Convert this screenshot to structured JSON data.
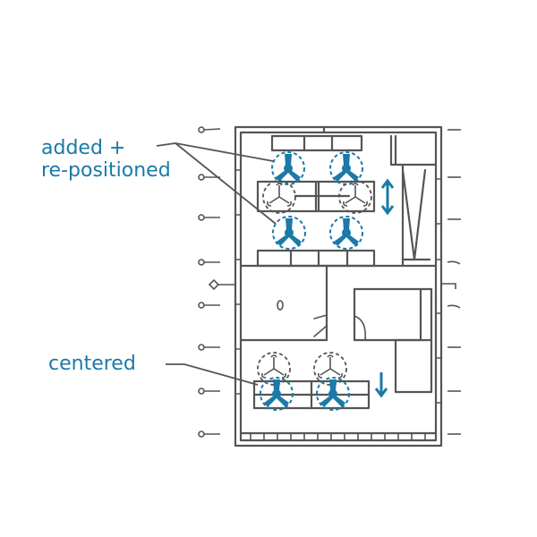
{
  "annotations": {
    "added_line1": "added +",
    "added_line2": "re-positioned",
    "centered": "centered"
  },
  "colors": {
    "accent": "#1a7aa8",
    "ink": "#555555"
  },
  "icons": [
    "seat-new-icon",
    "seat-old-icon",
    "double-arrow-icon",
    "down-arrow-icon"
  ]
}
